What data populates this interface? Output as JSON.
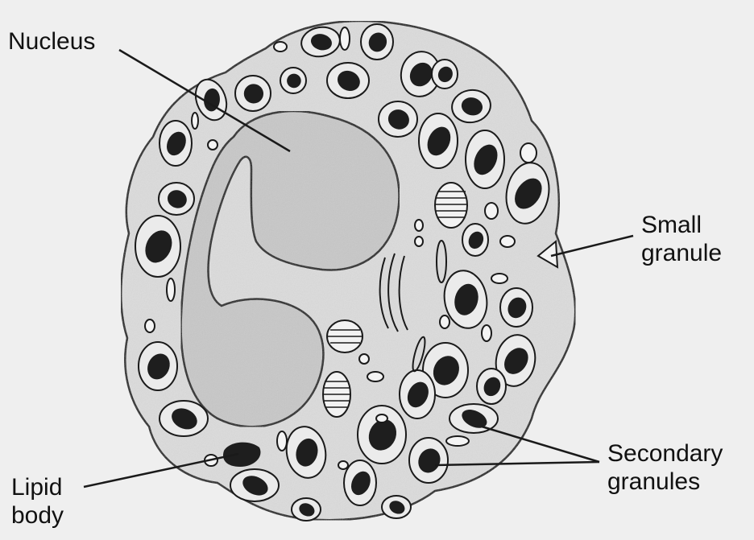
{
  "labels": {
    "nucleus": "Nucleus",
    "small_granule": [
      "Small",
      "granule"
    ],
    "secondary_granules": [
      "Secondary",
      "granules"
    ],
    "lipid_body": [
      "Lipid",
      "body"
    ]
  },
  "colors": {
    "background": "#efefef",
    "cytoplasm": "#dcdcdc",
    "nucleus": "#c8c8c8",
    "granule_core": "#1e1e1e",
    "outline": "#1a1a1a"
  }
}
